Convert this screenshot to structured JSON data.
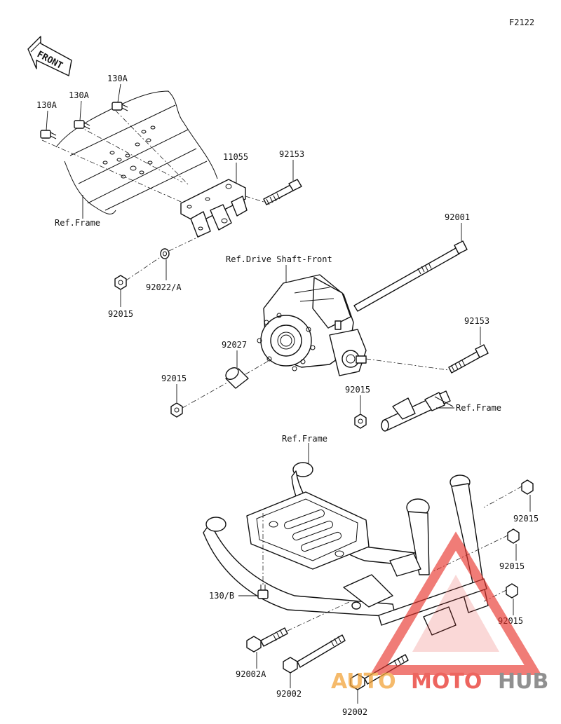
{
  "figure_id": "F2122",
  "front_label": "FRONT",
  "labels": {
    "l130a_1": "130A",
    "l130a_2": "130A",
    "l130a_3": "130A",
    "l11055": "11055",
    "l92153_top": "92153",
    "ref_frame_top": "Ref.Frame",
    "l92022a": "92022/A",
    "l92015_top": "92015",
    "l92001": "92001",
    "ref_drive_shaft": "Ref.Drive Shaft-Front",
    "l92153_mid": "92153",
    "l92027": "92027",
    "l92015_mid_left": "92015",
    "l92015_mid_right": "92015",
    "ref_frame_mid": "Ref.Frame",
    "ref_frame_bottom": "Ref.Frame",
    "l92015_b1": "92015",
    "l92015_b2": "92015",
    "l92015_b3": "92015",
    "l130b": "130/B",
    "l92002a": "92002A",
    "l92002_1": "92002",
    "l92002_2": "92002"
  },
  "watermark": {
    "part1": "AUTO",
    "part2": "MOTO",
    "part3": "HUB",
    "colors": {
      "orange": "#f2a33a",
      "red": "#e8322a",
      "gray": "#6b6b6b"
    }
  }
}
